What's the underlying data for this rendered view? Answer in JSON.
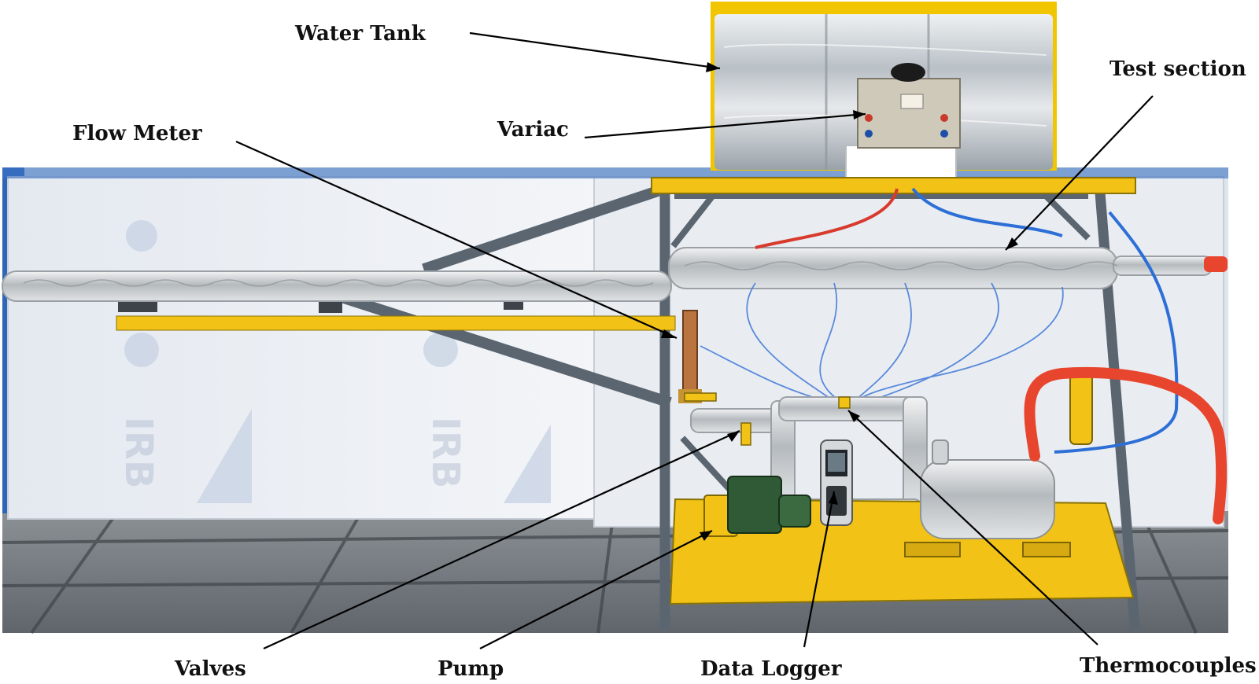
{
  "labels": {
    "water_tank": "Water Tank",
    "test_section": "Test section",
    "flow_meter": "Flow Meter",
    "variac": "Variac",
    "valves": "Valves",
    "pump": "Pump",
    "data_logger": "Data Logger",
    "thermocouples": "Thermocouples"
  },
  "colors": {
    "frame_yellow": "#f2c316",
    "frame_grey": "#5b6570",
    "foil_silver": "#cfd3d6",
    "panel_white": "#eef1f5",
    "pump_green": "#2f5a35",
    "hose_red": "#e8452e",
    "wire_blue": "#2d6fd6",
    "ground_grey": "#6f757b"
  }
}
